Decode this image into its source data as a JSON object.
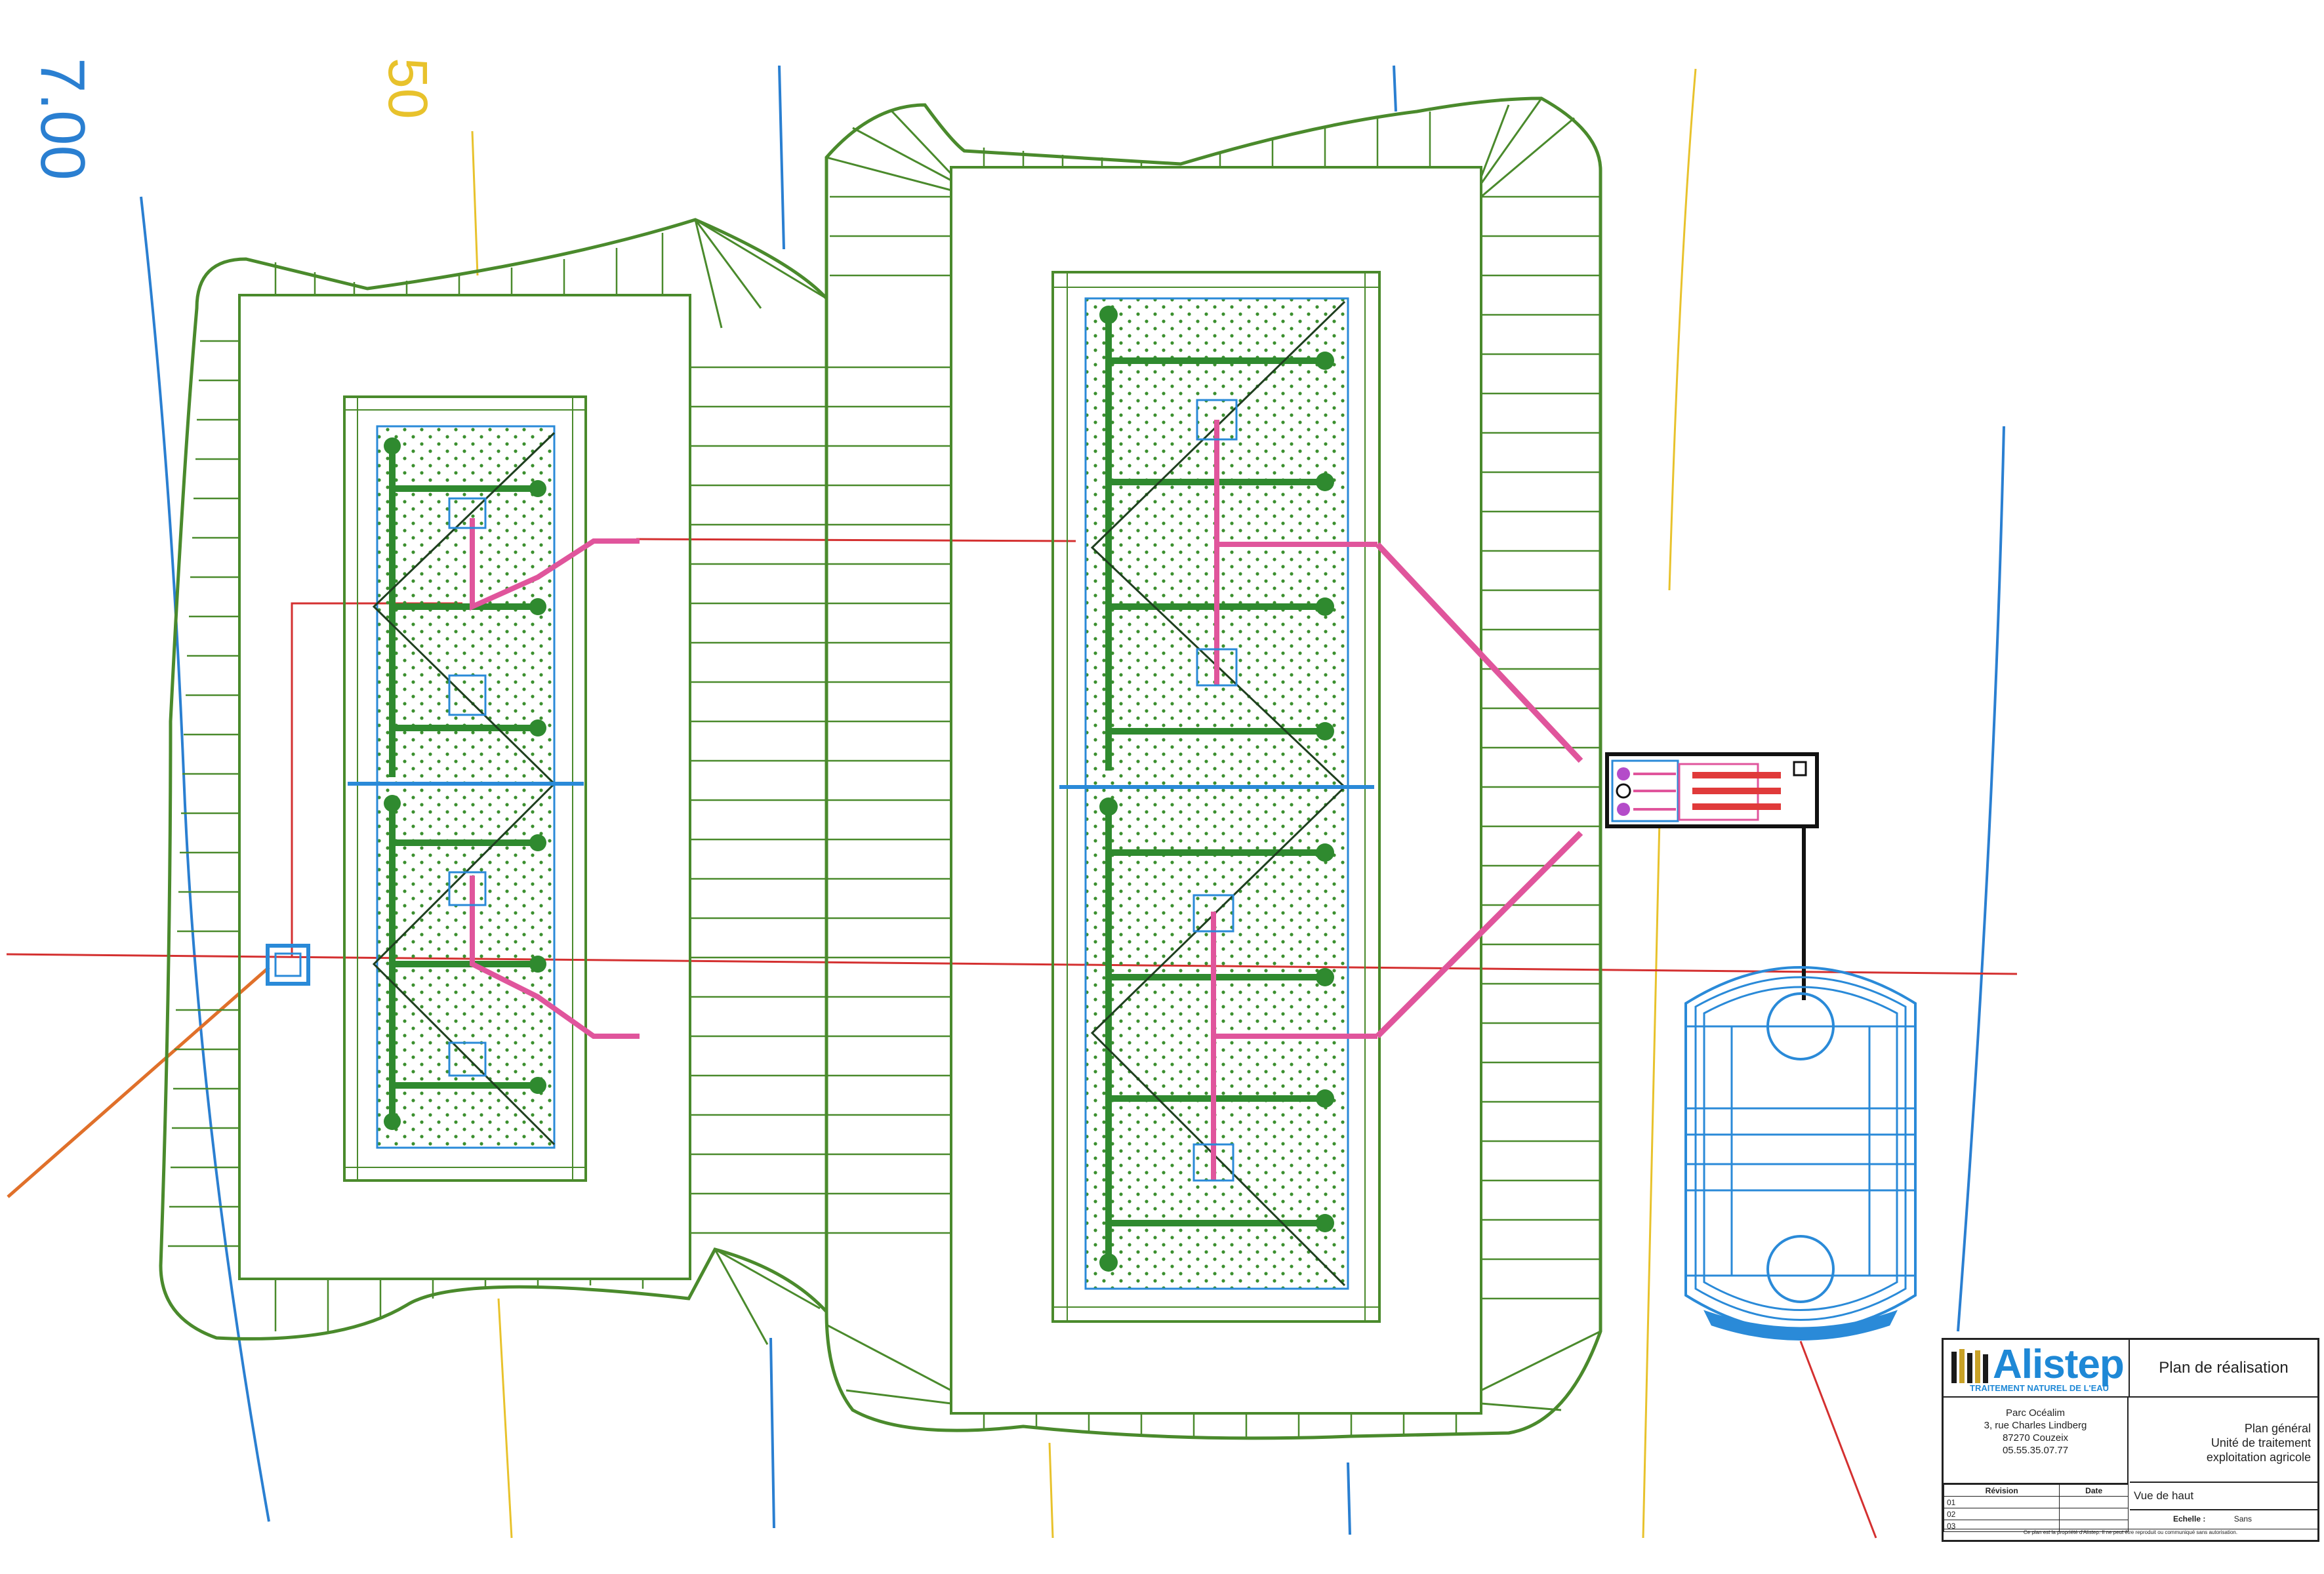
{
  "contour_labels": {
    "blue": "7.00",
    "yellow": "50"
  },
  "title_block": {
    "brand": "Alistep",
    "tagline": "TRAITEMENT NATUREL DE L'EAU",
    "title": "Plan de réalisation",
    "address": [
      "Parc Océalim",
      "3, rue Charles Lindberg",
      "87270 Couzeix",
      "05.55.35.07.77"
    ],
    "plan_description": [
      "Plan général",
      "Unité de traitement",
      "exploitation agricole"
    ],
    "revision_header": "Révision",
    "date_header": "Date",
    "revisions": [
      "01",
      "02",
      "03"
    ],
    "view": "Vue de haut",
    "scale_label": "Echelle :",
    "scale_value": "Sans",
    "note": "Ce plan est la propriété d'Alistep. Il ne peut être reproduit ou communiqué sans autorisation."
  },
  "colors": {
    "berm": "#4a8a2c",
    "pipe_green": "#2f8a2f",
    "pipe_pink": "#e0559c",
    "water": "#2a8ad8",
    "contour_yellow": "#e8c22c",
    "axis_red": "#d43030",
    "inlet_orange": "#e0702a",
    "brand_blue": "#1e88d6"
  }
}
